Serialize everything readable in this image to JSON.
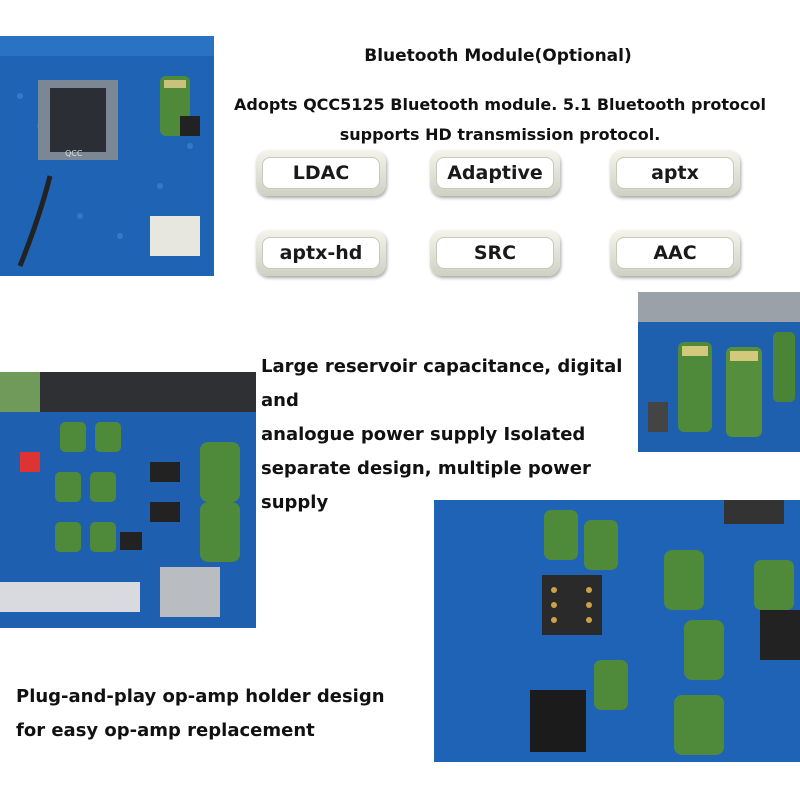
{
  "title": "Bluetooth Module(Optional)",
  "description": {
    "line1": "Adopts QCC5125 Bluetooth module. 5.1 Bluetooth protocol",
    "line2": "supports HD transmission protocol."
  },
  "codecs": [
    "LDAC",
    "Adaptive",
    "aptx",
    "aptx-hd",
    "SRC",
    "AAC"
  ],
  "power_text": {
    "line1": "Large reservoir capacitance, digital and",
    "line2": "analogue power supply Isolated",
    "line3": "separate design, multiple power supply"
  },
  "opamp_text": {
    "line1": "Plug-and-play op-amp holder design",
    "line2": "for easy op-amp replacement"
  },
  "colors": {
    "pcb_blue": "#1d5fb0",
    "capacitor_green": "#4f8a3a",
    "badge_bg": "#e8e9dc"
  }
}
